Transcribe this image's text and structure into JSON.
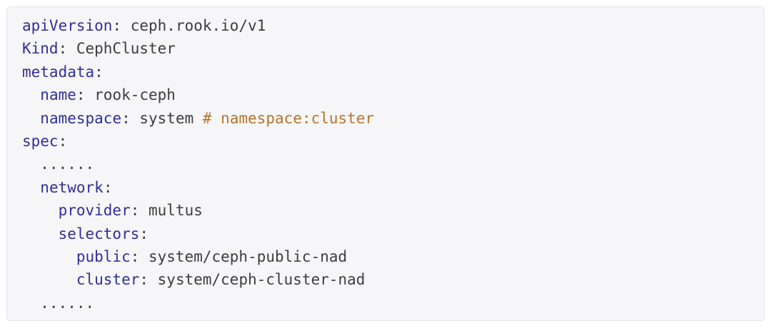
{
  "theme": {
    "page_background": "#ffffff",
    "card_background": "#f6f6f8",
    "card_border": "#e3e3e7",
    "key_color": "#322e98",
    "text_color": "#3d3d3d",
    "comment_color": "#b5742a"
  },
  "code_block": {
    "lines": [
      {
        "tokens": [
          {
            "type": "key",
            "text": "apiVersion"
          },
          {
            "type": "plain",
            "text": ": ceph.rook.io/v1"
          }
        ]
      },
      {
        "tokens": [
          {
            "type": "key",
            "text": "Kind"
          },
          {
            "type": "plain",
            "text": ": CephCluster"
          }
        ]
      },
      {
        "tokens": [
          {
            "type": "key",
            "text": "metadata"
          },
          {
            "type": "plain",
            "text": ":"
          }
        ]
      },
      {
        "tokens": [
          {
            "type": "plain",
            "text": "  "
          },
          {
            "type": "key",
            "text": "name"
          },
          {
            "type": "plain",
            "text": ": rook-ceph"
          }
        ]
      },
      {
        "tokens": [
          {
            "type": "plain",
            "text": "  "
          },
          {
            "type": "key",
            "text": "namespace"
          },
          {
            "type": "plain",
            "text": ": system "
          },
          {
            "type": "comment",
            "text": "# namespace:cluster"
          }
        ]
      },
      {
        "tokens": [
          {
            "type": "key",
            "text": "spec"
          },
          {
            "type": "plain",
            "text": ":"
          }
        ]
      },
      {
        "tokens": [
          {
            "type": "plain",
            "text": "  ......"
          }
        ]
      },
      {
        "tokens": [
          {
            "type": "plain",
            "text": "  "
          },
          {
            "type": "key",
            "text": "network"
          },
          {
            "type": "plain",
            "text": ":"
          }
        ]
      },
      {
        "tokens": [
          {
            "type": "plain",
            "text": "    "
          },
          {
            "type": "key",
            "text": "provider"
          },
          {
            "type": "plain",
            "text": ": multus"
          }
        ]
      },
      {
        "tokens": [
          {
            "type": "plain",
            "text": "    "
          },
          {
            "type": "key",
            "text": "selectors"
          },
          {
            "type": "plain",
            "text": ":"
          }
        ]
      },
      {
        "tokens": [
          {
            "type": "plain",
            "text": "      "
          },
          {
            "type": "key",
            "text": "public"
          },
          {
            "type": "plain",
            "text": ": system/ceph-public-nad"
          }
        ]
      },
      {
        "tokens": [
          {
            "type": "plain",
            "text": "      "
          },
          {
            "type": "key",
            "text": "cluster"
          },
          {
            "type": "plain",
            "text": ": system/ceph-cluster-nad"
          }
        ]
      },
      {
        "tokens": [
          {
            "type": "plain",
            "text": "  ......"
          }
        ]
      }
    ]
  }
}
